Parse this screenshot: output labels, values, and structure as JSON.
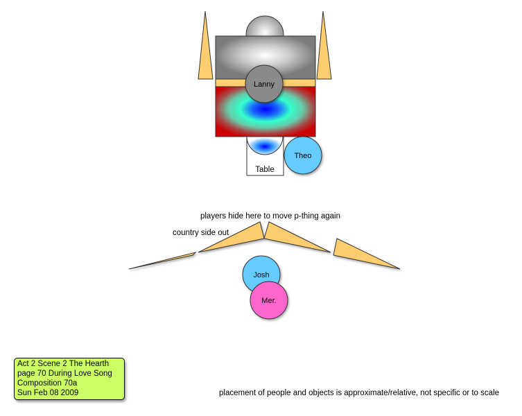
{
  "colors": {
    "flat_fill": "#fecd6f",
    "player_blue": "#66ccff",
    "player_pink": "#ff66cc",
    "lanny_gray": "#8a8a8a",
    "info_box": "#ccff66",
    "platform_red": "#cc0000"
  },
  "players": {
    "lanny": "Lanny",
    "theo": "Theo",
    "josh": "Josh",
    "mer": "Mer."
  },
  "props": {
    "table": "Table"
  },
  "annotations": {
    "hide_note": "players hide here to move p-thing again",
    "country_side": "country side out"
  },
  "info": {
    "line1": "Act 2 Scene 2 The Hearth",
    "line2": "page 70 During Love Song",
    "line3": "Composition 70a",
    "line4": "Sun Feb 08 2009"
  },
  "footnote": "placement of people and objects is approximate/relative, not specific or to scale"
}
